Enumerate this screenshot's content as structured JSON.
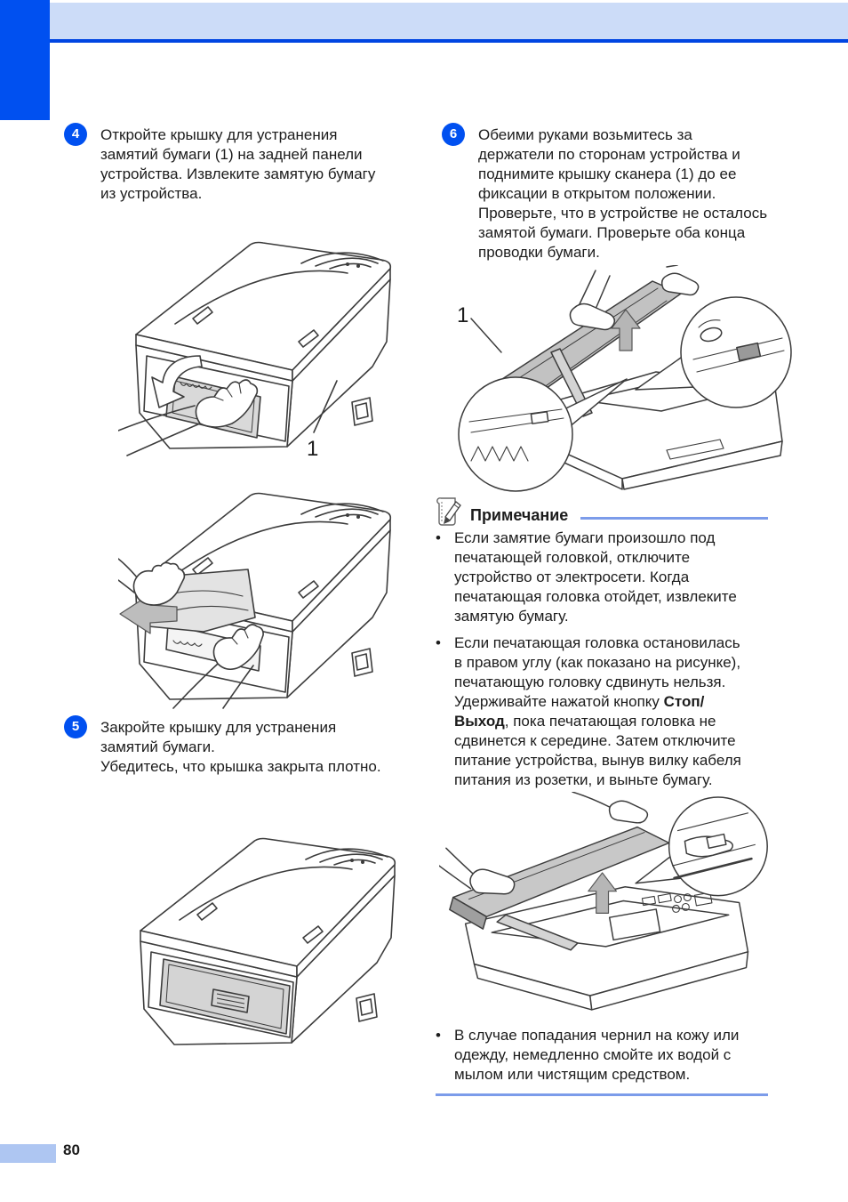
{
  "steps": [
    {
      "number": "4",
      "text": "Откройте крышку для устранения замятий бумаги (1) на задней панели устройства. Извлеките замятую бумагу из устройства."
    },
    {
      "number": "5",
      "lines": [
        "Закройте крышку для устранения замятий бумаги.",
        "Убедитесь, что крышка закрыта плотно."
      ]
    },
    {
      "number": "6",
      "text": "Обеими руками возьмитесь за держатели по сторонам устройства и поднимите крышку сканера (1) до ее фиксации в открытом положении. Проверьте, что в устройстве не осталось замятой бумаги. Проверьте оба конца проводки бумаги."
    }
  ],
  "note": {
    "title": "Примечание",
    "bullet_char": "•",
    "bullets": [
      {
        "text": "Если замятие бумаги произошло под печатающей головкой, отключите устройство от электросети. Когда печатающая головка отойдет, извлеките замятую бумагу."
      },
      {
        "pre": "Если печатающая головка остановилась в правом углу (как показано на рисунке), печатающую головку сдвинуть нельзя. Удерживайте нажатой кнопку ",
        "bold": "Стоп/Выход",
        "post": ", пока печатающая головка не сдвинется к середине. Затем отключите питание устройства, вынув вилку кабеля питания из розетки, и выньте бумагу."
      },
      {
        "text": "В случае попадания чернил на кожу или одежду, немедленно смойте их водой с мылом или чистящим средством."
      }
    ]
  },
  "figures": {
    "rear_cover_open": {
      "label": "1"
    },
    "scanner_cover_lifted": {
      "label": "1"
    }
  },
  "icons": {
    "note_icon": "pencil-on-document"
  },
  "colors": {
    "accent_blue": "#0050f0",
    "header_band_blue": "#ccdcf8",
    "header_rule_blue": "#0045e2",
    "note_rule_blue": "#7c9cea",
    "footer_band_blue": "#aec6f2",
    "figure_gray": "#c8c8c8",
    "arrow_gray": "#b6b6b6"
  },
  "footer": {
    "page_number": "80"
  }
}
